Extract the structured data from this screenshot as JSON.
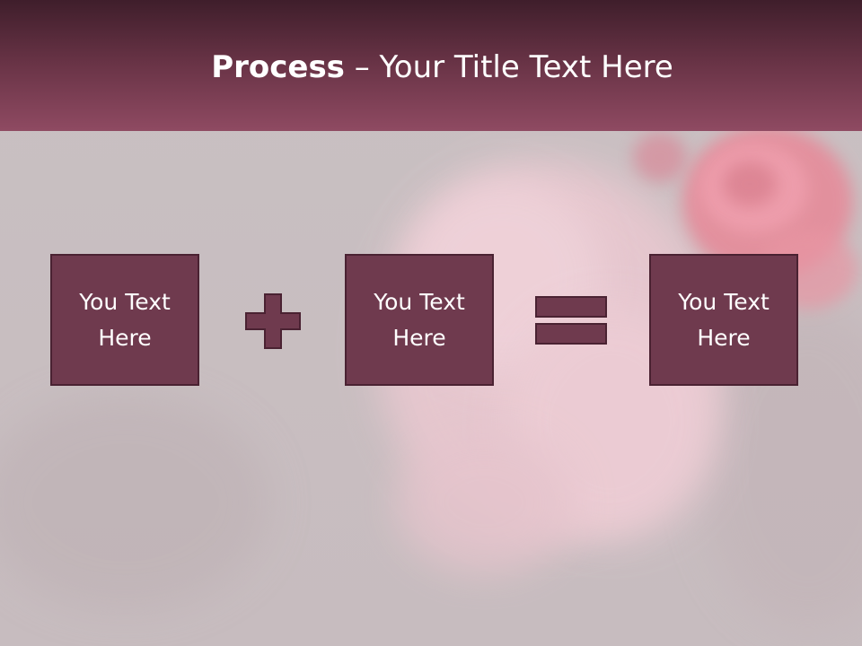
{
  "slide": {
    "title_bold": "Process",
    "title_rest": " – Your Title Text Here",
    "boxes": [
      {
        "label": "You Text Here"
      },
      {
        "label": "You Text Here"
      },
      {
        "label": "You Text Here"
      }
    ],
    "operators": [
      "plus-icon",
      "equals-icon"
    ],
    "colors": {
      "title_bar_top": "#3f1e2b",
      "title_bar_bottom": "#8f4a62",
      "box_fill": "#6f3a4e",
      "box_border": "#4a2232",
      "background": "#c8bfc1"
    }
  }
}
